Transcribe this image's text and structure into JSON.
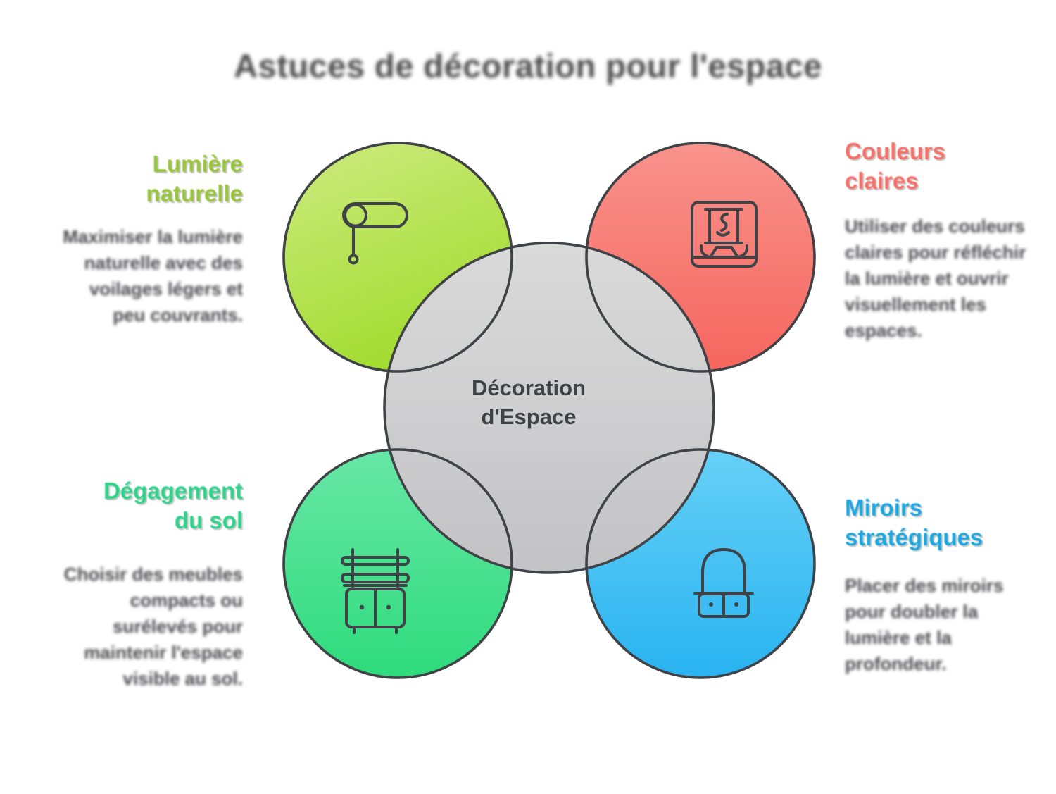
{
  "title": "Astuces de décoration pour l'espace",
  "center": {
    "label": "Décoration\nd'Espace"
  },
  "sections": {
    "top_left": {
      "heading": "Lumière\nnaturelle",
      "body": "Maximiser la lumière\nnaturelle avec des\nvoilages légers et\npeu couvrants.",
      "accent_color": "#97c43a",
      "icon": "roller-blind-icon"
    },
    "top_right": {
      "heading": "Couleurs\nclaires",
      "body": "Utiliser des couleurs\nclaires pour réfléchir\nla lumière et ouvrir\nvisuellement les\nespaces.",
      "accent_color": "#f57068",
      "icon": "framed-art-icon"
    },
    "bottom_left": {
      "heading": "Dégagement\ndu sol",
      "body": "Choisir des meubles\ncompacts ou\nsurélevés pour\nmaintenir l'espace\nvisible au sol.",
      "accent_color": "#2ed289",
      "icon": "sideboard-icon"
    },
    "bottom_right": {
      "heading": "Miroirs\nstratégiques",
      "body": "Placer des miroirs\npour doubler la\nlumière et la\nprofondeur.",
      "accent_color": "#1ba7e0",
      "icon": "vanity-mirror-icon"
    }
  },
  "colors": {
    "title_text": "#4a4a4a",
    "body_text": "#4a4a4e",
    "circle_outline": "#3f4246",
    "center_circle_top": "#dadada",
    "center_circle_bottom": "#c3c3c6",
    "lime_circle_top": "#cdeb80",
    "lime_circle_bottom": "#a3dc30",
    "coral_circle_top": "#f8938c",
    "coral_circle_bottom": "#f5665e",
    "mint_circle_top": "#68e7a6",
    "mint_circle_bottom": "#2edb7c",
    "blue_circle_top": "#66d0f7",
    "blue_circle_bottom": "#29b3f0"
  }
}
